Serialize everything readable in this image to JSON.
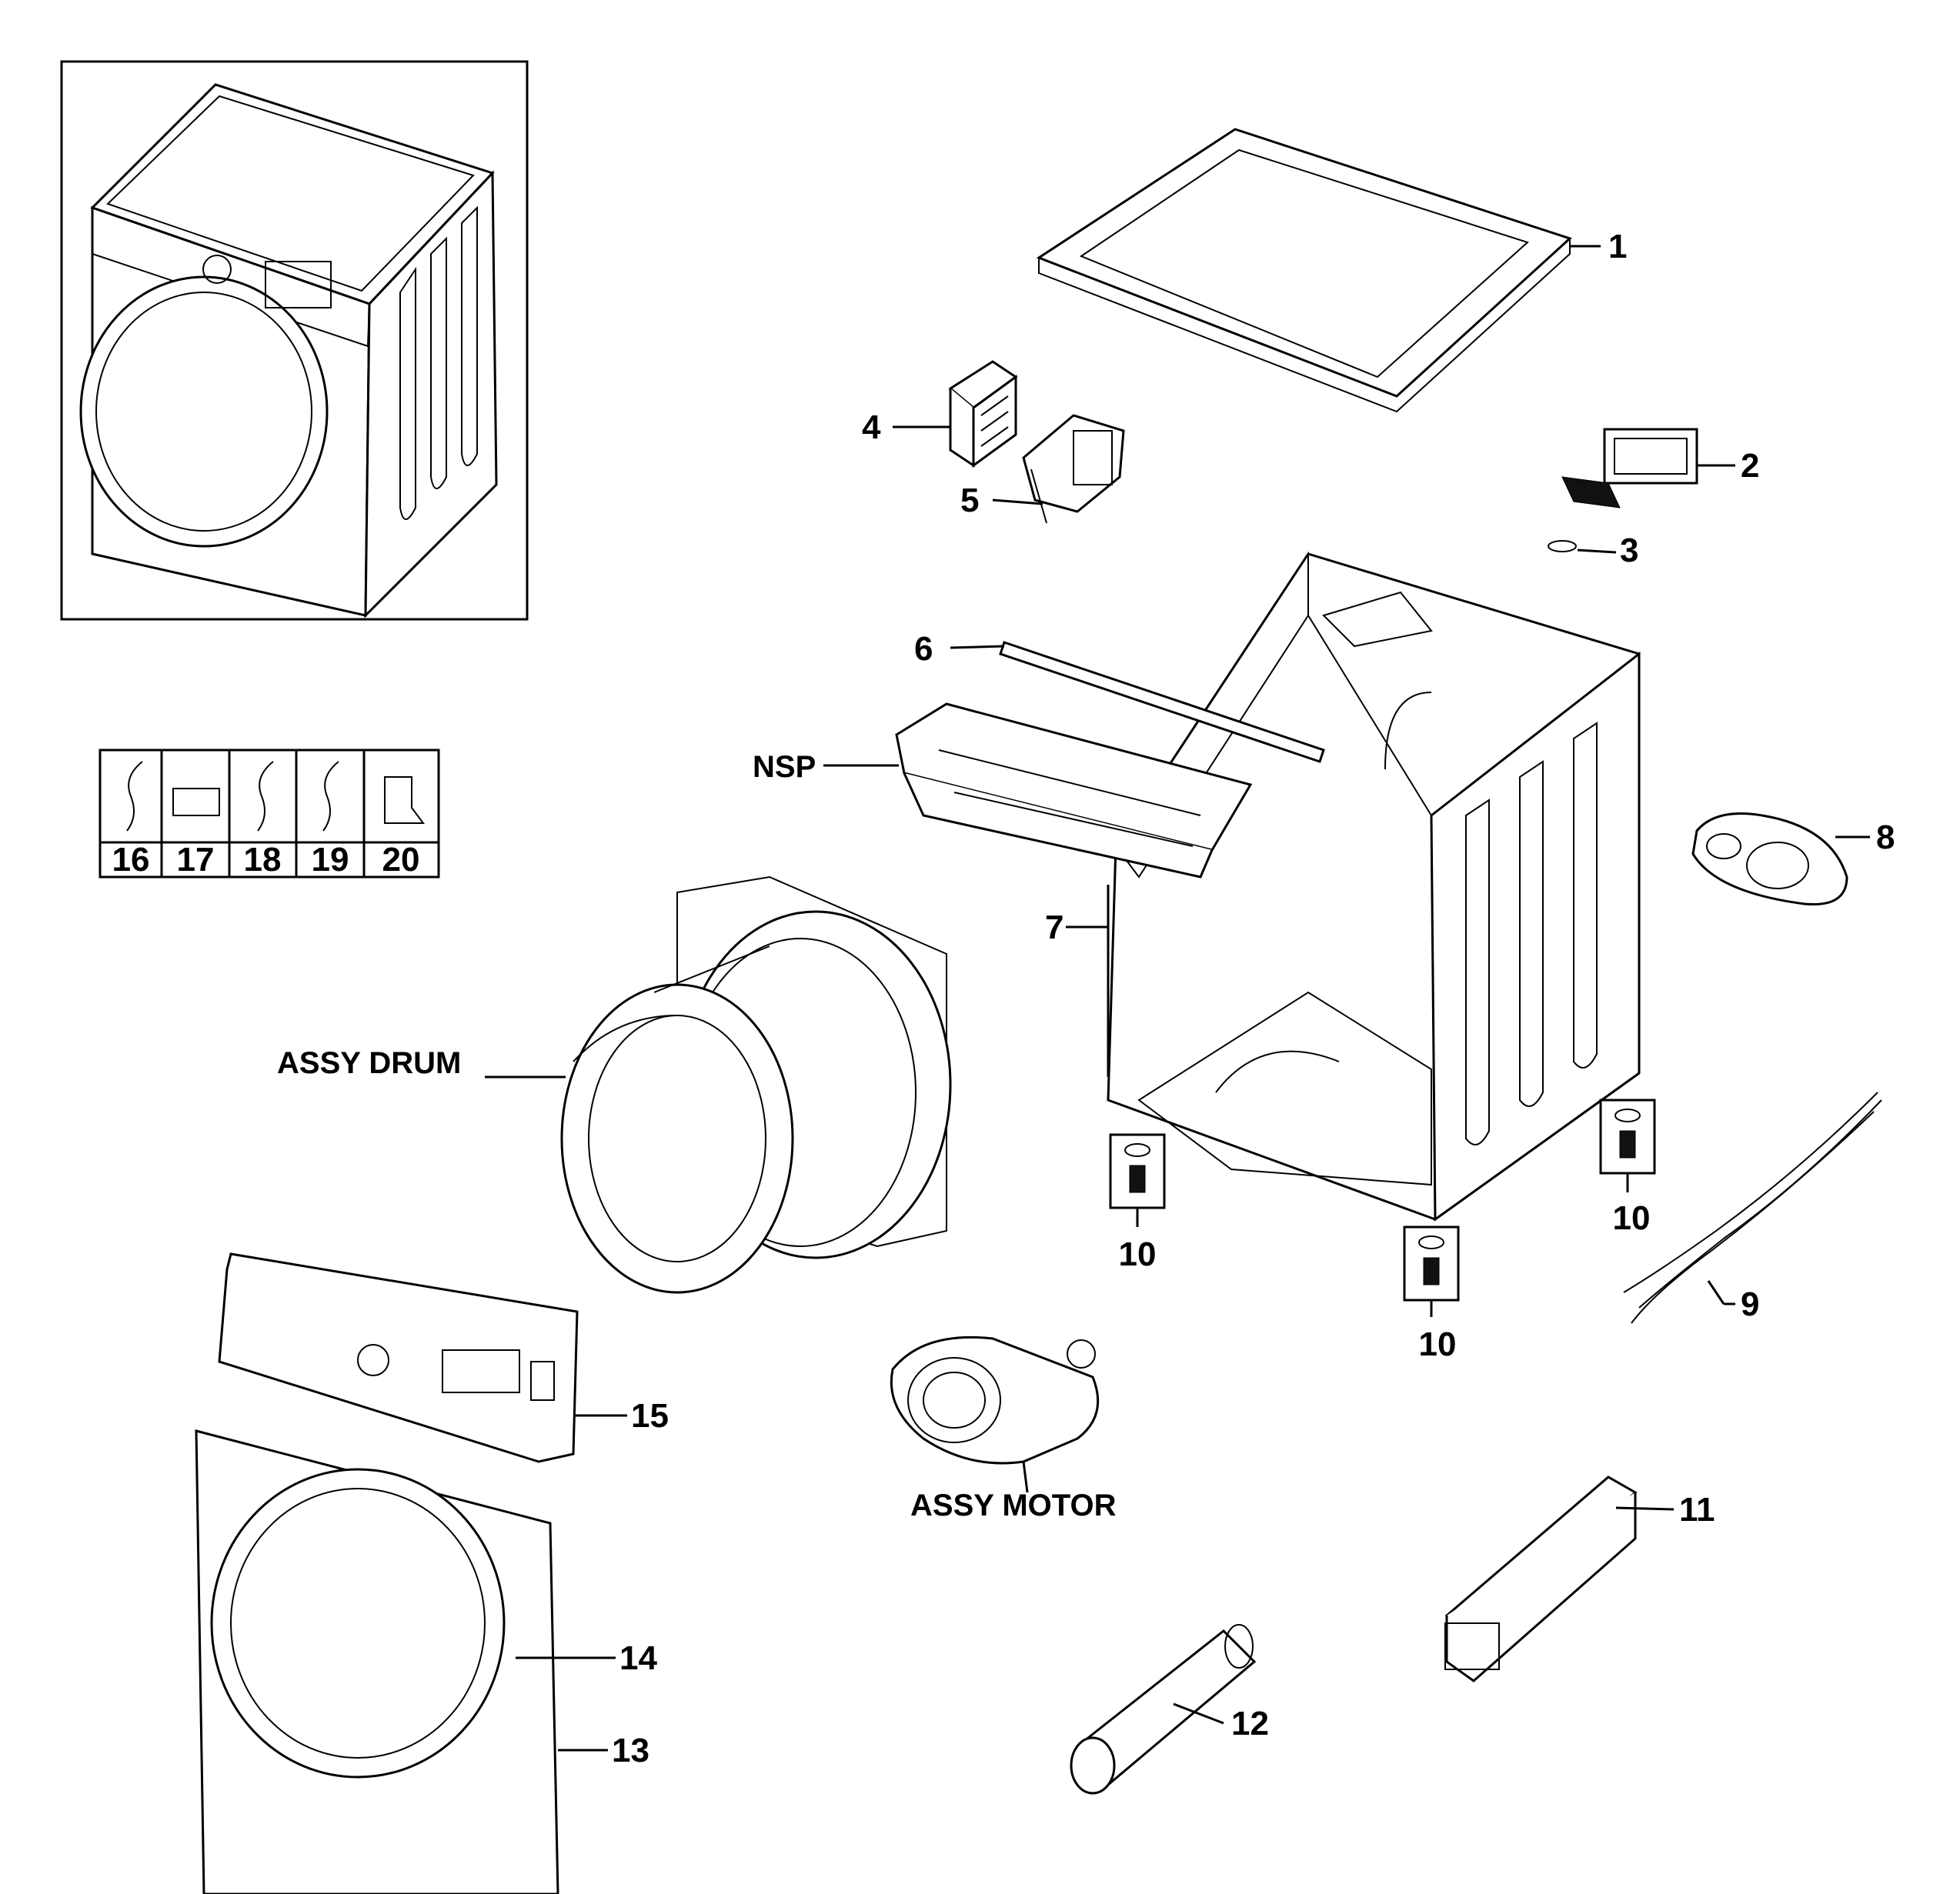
{
  "callouts": {
    "c1": "1",
    "c2": "2",
    "c3": "3",
    "c4": "4",
    "c5": "5",
    "c6": "6",
    "c7": "7",
    "c8": "8",
    "c9": "9",
    "c10a": "10",
    "c10b": "10",
    "c10c": "10",
    "c11": "11",
    "c12": "12",
    "c13": "13",
    "c14": "14",
    "c15": "15",
    "nsp": "NSP",
    "drum": "ASSY DRUM",
    "motor": "ASSY MOTOR"
  },
  "hardware_legend": [
    "16",
    "17",
    "18",
    "19",
    "20"
  ]
}
